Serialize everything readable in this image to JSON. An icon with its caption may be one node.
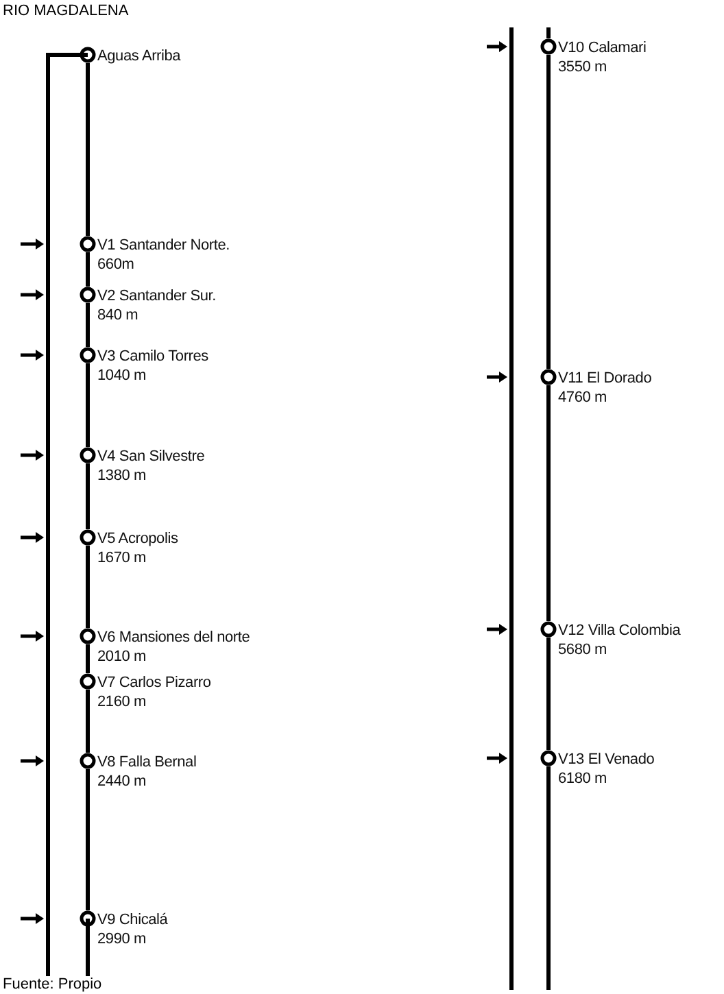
{
  "diagram": {
    "title": "RIO MAGDALENA",
    "caption": "Fuente: Propio",
    "nodes": [
      {
        "text": [
          "Aguas Arriba"
        ]
      },
      {
        "text": [
          "V1 Santander Norte.",
          "660m"
        ]
      },
      {
        "text": [
          "V2 Santander Sur.",
          "840 m"
        ]
      },
      {
        "text": [
          "V3 Camilo Torres",
          "1040 m"
        ]
      },
      {
        "text": [
          "V4 San Silvestre",
          "1380 m"
        ]
      },
      {
        "text": [
          "V5 Acropolis",
          "1670 m"
        ]
      },
      {
        "text": [
          "V6 Mansiones del norte 2010 m"
        ]
      },
      {
        "text": [
          "V7 Carlos Pizarro",
          "2160 m"
        ]
      },
      {
        "text": [
          "V8 Falla Bernal",
          "2440 m"
        ]
      },
      {
        "text": [
          "V9  Chicalá",
          "2990 m"
        ]
      },
      {
        "text": [
          "V10 Calamari",
          "3550 m"
        ]
      },
      {
        "text": [
          "V11 El Dorado",
          "4760 m"
        ]
      },
      {
        "text": [
          "V12 Villa Colombia",
          "5680 m"
        ]
      },
      {
        "text": [
          "V13 El Venado",
          "6180 m"
        ]
      }
    ],
    "edges": [
      {
        "from": 0,
        "to": 1,
        "arrow": "none"
      },
      {
        "from": 1,
        "to": 2,
        "arrow": "none"
      },
      {
        "from": 2,
        "to": 3,
        "arrow": "none"
      },
      {
        "from": 3,
        "to": 4,
        "arrow": "none"
      },
      {
        "from": 4,
        "to": 5,
        "arrow": "none"
      },
      {
        "from": 5,
        "to": 6,
        "arrow": "none"
      },
      {
        "from": 6,
        "to": 7,
        "arrow": "none"
      },
      {
        "from": 7,
        "to": 8,
        "arrow": "none"
      },
      {
        "from": 8,
        "to": 9,
        "arrow": "none"
      },
      {
        "from": 10,
        "to": 11,
        "arrow": "none"
      },
      {
        "from": 11,
        "to": 12,
        "arrow": "none"
      },
      {
        "from": 12,
        "to": 13,
        "arrow": "none"
      }
    ]
  }
}
